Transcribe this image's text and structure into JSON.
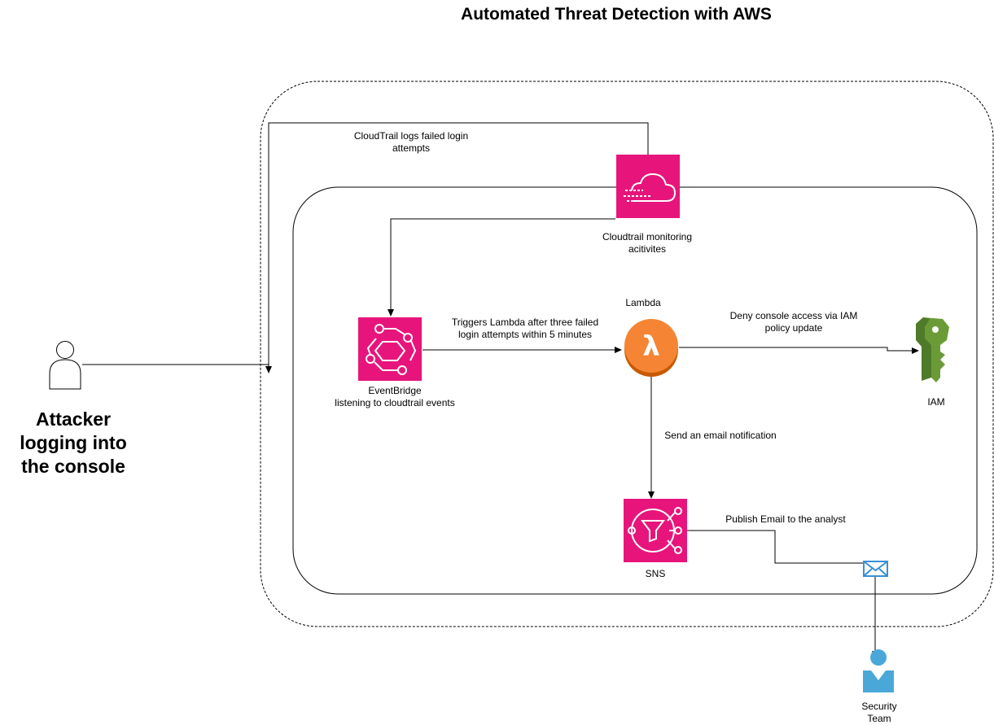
{
  "title": "Automated Threat Detection with AWS",
  "attacker": {
    "label": "Attacker\nlogging into\nthe console"
  },
  "nodes": {
    "cloudtrail": {
      "label": "Cloudtrail monitoring\nacitivites",
      "color": "#e7157b"
    },
    "eventbridge": {
      "label": "EventBridge\nlistening to cloudtrail events",
      "color": "#e7157b"
    },
    "lambda": {
      "label": "Lambda",
      "color": "#ed7100"
    },
    "iam": {
      "label": "IAM",
      "color": "#6b9b37"
    },
    "sns": {
      "label": "SNS",
      "color": "#e7157b"
    },
    "security_team": {
      "label": "Security\nTeam",
      "color": "#4aa8d8"
    }
  },
  "edges": {
    "cloudtrail_logs": "CloudTrail logs failed login\nattempts",
    "triggers_lambda": "Triggers Lambda after three failed\nlogin attempts within 5 minutes",
    "deny_access": "Deny console access via IAM\npolicy update",
    "send_email": "Send an email notification",
    "publish_email": "Publish Email to the analyst"
  },
  "icons": {
    "attacker": "user-icon",
    "cloudtrail": "cloud-icon",
    "eventbridge": "hexagon-network-icon",
    "lambda": "lambda-icon",
    "iam": "key-icon",
    "sns": "funnel-broadcast-icon",
    "email": "envelope-icon",
    "security_team": "person-icon"
  }
}
